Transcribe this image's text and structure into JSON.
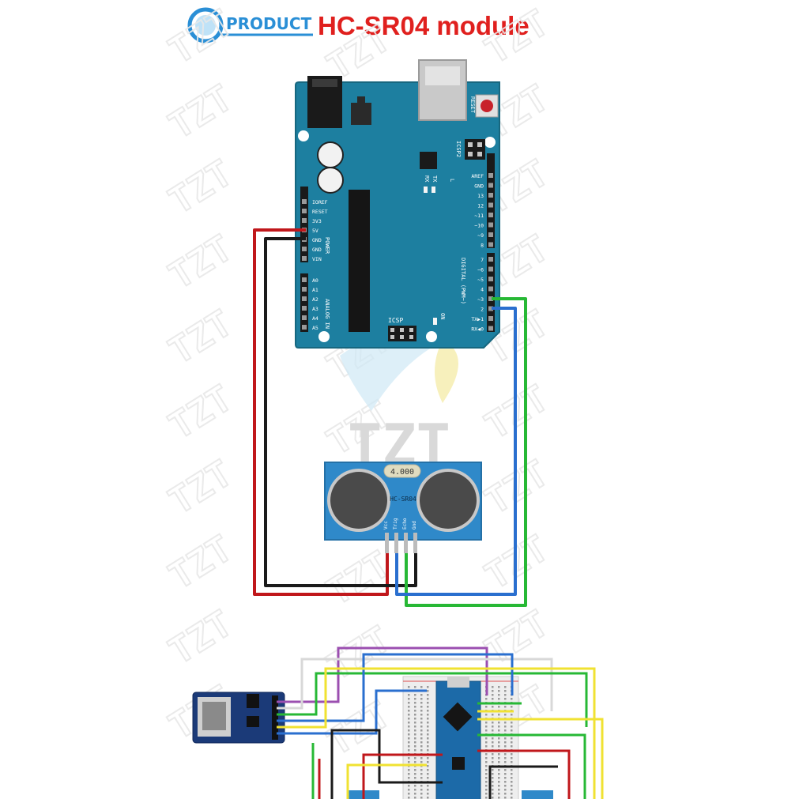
{
  "header": {
    "badge_label": "PRODUCT",
    "title": "HC-SR04 module"
  },
  "watermark": {
    "brand": "TZT"
  },
  "arduino": {
    "reset_label": "RESET",
    "icsp2_label": "ICSP2",
    "icsp_label": "ICSP",
    "on_label": "ON",
    "tx_label": "TX",
    "rx_label": "RX",
    "l_label": "L",
    "digital_label": "DIGITAL (PWM~)",
    "power_label": "POWER",
    "analog_label": "ANALOG IN",
    "power_pins": [
      "IOREF",
      "RESET",
      "3V3",
      "5V",
      "GND",
      "GND",
      "VIN"
    ],
    "analog_pins": [
      "A0",
      "A1",
      "A2",
      "A3",
      "A4",
      "A5"
    ],
    "digital_pins_top": [
      "AREF",
      "GND",
      "13",
      "12",
      "~11",
      "~10",
      "~9",
      "8"
    ],
    "digital_pins_bottom": [
      "7",
      "~6",
      "~5",
      "4",
      "~3",
      "2",
      "TX▶1",
      "RX◀0"
    ]
  },
  "sensor": {
    "name": "HC-SR04",
    "crystal": "4.000",
    "pins": [
      "Vcc",
      "Trig",
      "Echo",
      "Gnd"
    ]
  },
  "colors": {
    "board": "#1d7fa0",
    "sensor": "#2f89c9",
    "wire_red": "#c0171b",
    "wire_black": "#1a1a1a",
    "wire_green": "#27b835",
    "wire_blue": "#2a6fcf",
    "wire_purple": "#9b4fb0",
    "wire_yellow": "#f0e232",
    "title_red": "#e0201e",
    "badge_blue": "#2a8fd6"
  }
}
